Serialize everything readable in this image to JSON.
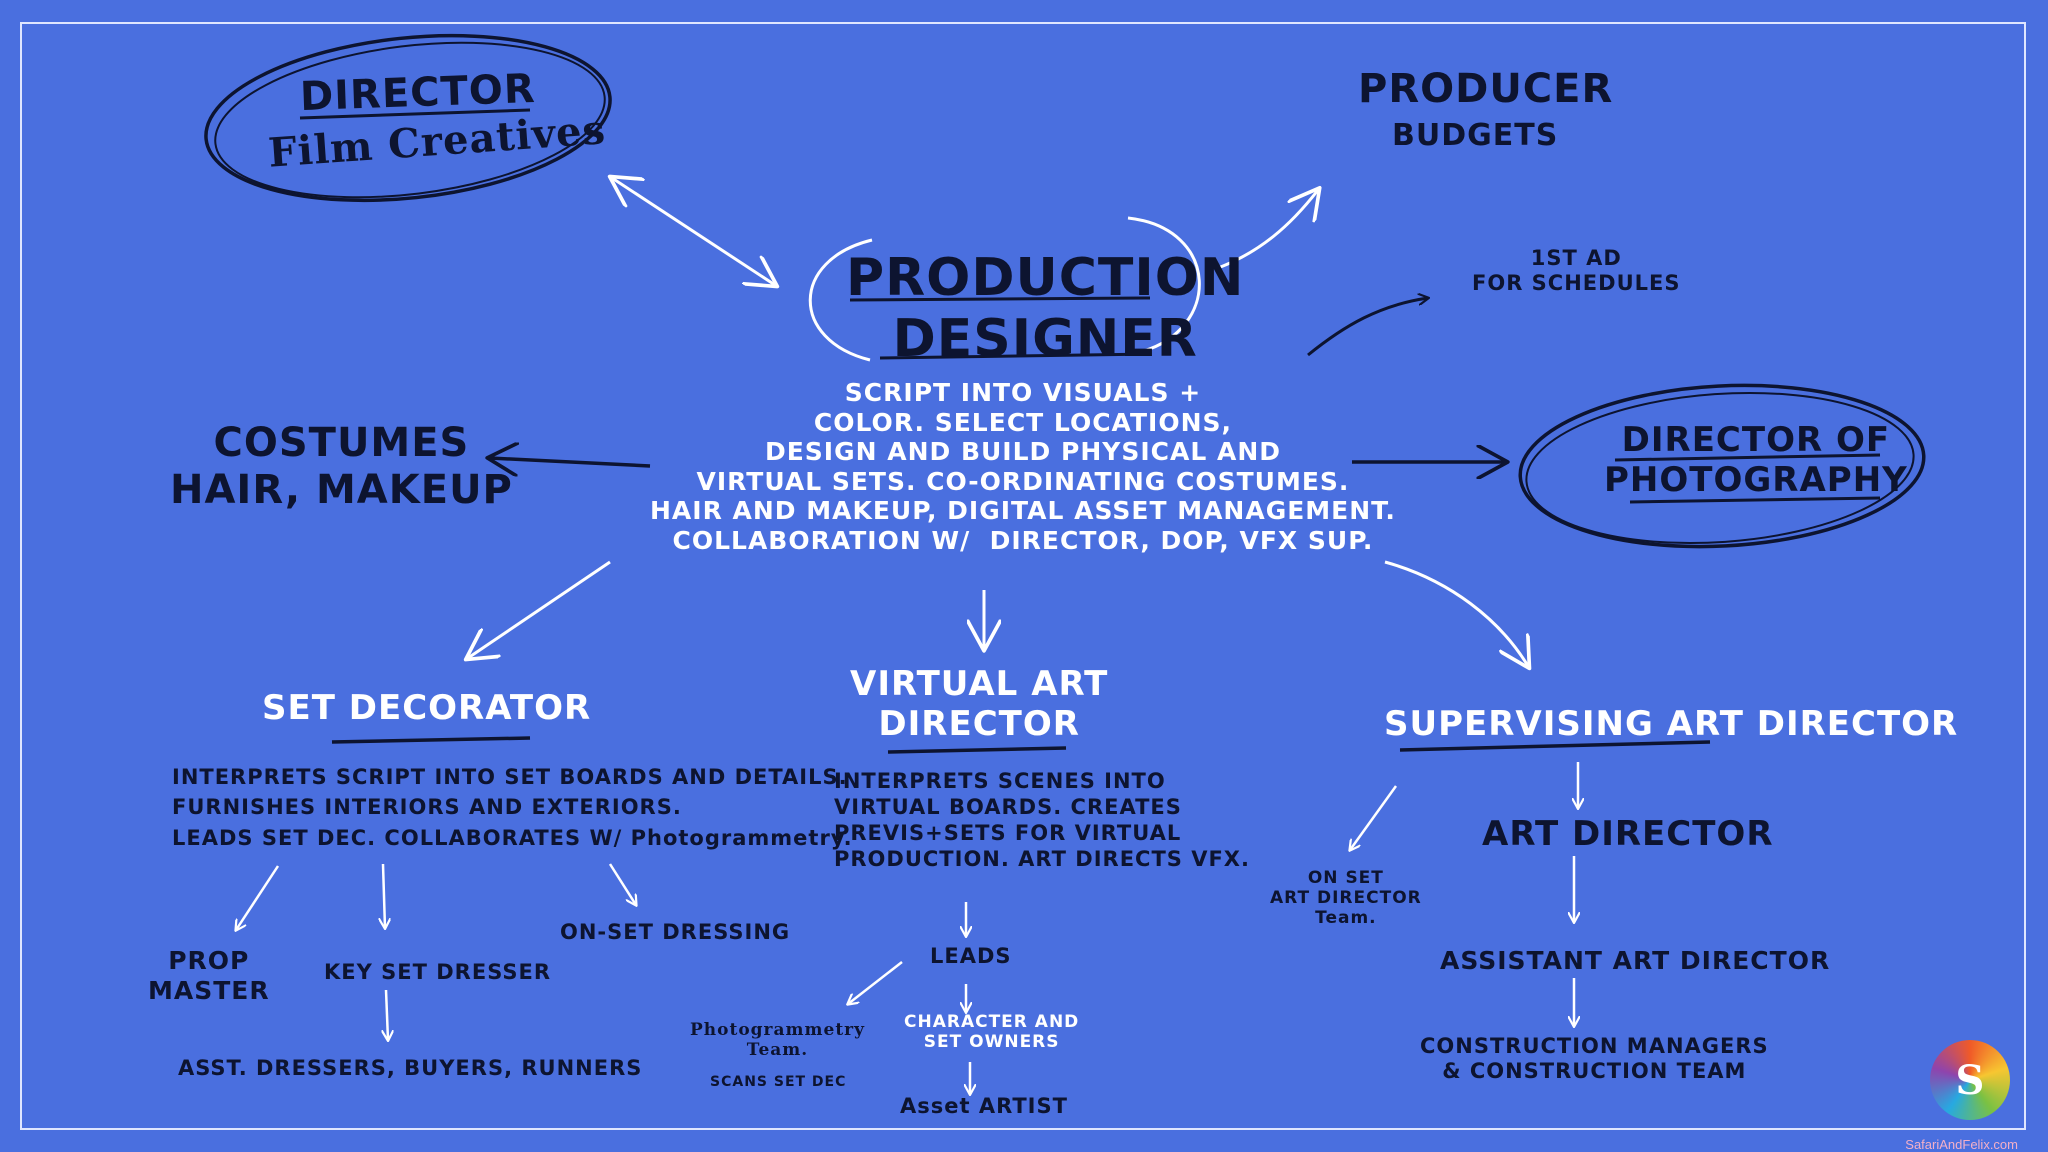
{
  "nodes": {
    "director_title": "DIRECTOR",
    "director_sub": "Film Creatives",
    "producer_title": "PRODUCER",
    "producer_sub": "BUDGETS",
    "first_ad": "1ST AD\nFOR SCHEDULES",
    "pd_title": "PRODUCTION\nDESIGNER",
    "pd_desc": "SCRIPT INTO VISUALS +\nCOLOR. SELECT LOCATIONS,\nDESIGN AND BUILD PHYSICAL AND\nVIRTUAL SETS. CO-ORDINATING COSTUMES.\nHAIR AND MAKEUP, DIGITAL ASSET MANAGEMENT.\nCOLLABORATION W/  DIRECTOR, DOP, VFX SUP.",
    "costumes": "COSTUMES\nHAIR, MAKEUP",
    "dop": "DIRECTOR OF\nPHOTOGRAPHY",
    "set_decorator": "SET DECORATOR",
    "set_decorator_desc": "INTERPRETS SCRIPT INTO SET BOARDS AND DETAILS.\nFURNISHES INTERIORS AND EXTERIORS.\nLEADS SET DEC. COLLABORATES W/ Photogrammetry.",
    "prop_master": "PROP\nMASTER",
    "key_set_dresser": "KEY SET DRESSER",
    "on_set_dressing": "ON-SET DRESSING",
    "asst_dressers": "ASST. DRESSERS, BUYERS, RUNNERS",
    "vad_title": "VIRTUAL ART\nDIRECTOR",
    "vad_desc": "INTERPRETS SCENES INTO\nVIRTUAL BOARDS. CREATES\nPREVIS+SETS FOR VIRTUAL\nPRODUCTION. ART DIRECTS VFX.",
    "leads": "LEADS",
    "photogrammetry_team": "Photogrammetry\nTeam.",
    "scans_set_dec": "SCANS SET DEC",
    "character_set_owners": "CHARACTER AND\nSET OWNERS",
    "asset_artist": "Asset ARTIST",
    "sad_title": "SUPERVISING ART DIRECTOR",
    "on_set_ad_team": "ON SET\nART DIRECTOR\nTeam.",
    "art_director": "ART DIRECTOR",
    "assistant_art_director": "ASSISTANT ART DIRECTOR",
    "construction": "CONSTRUCTION MANAGERS\n& CONSTRUCTION TEAM"
  },
  "footer": {
    "credit": "SafariAndFelix.com"
  },
  "colors": {
    "background": "#4a6fdf",
    "ink_dark": "#0d1430",
    "ink_light": "#ffffff"
  }
}
